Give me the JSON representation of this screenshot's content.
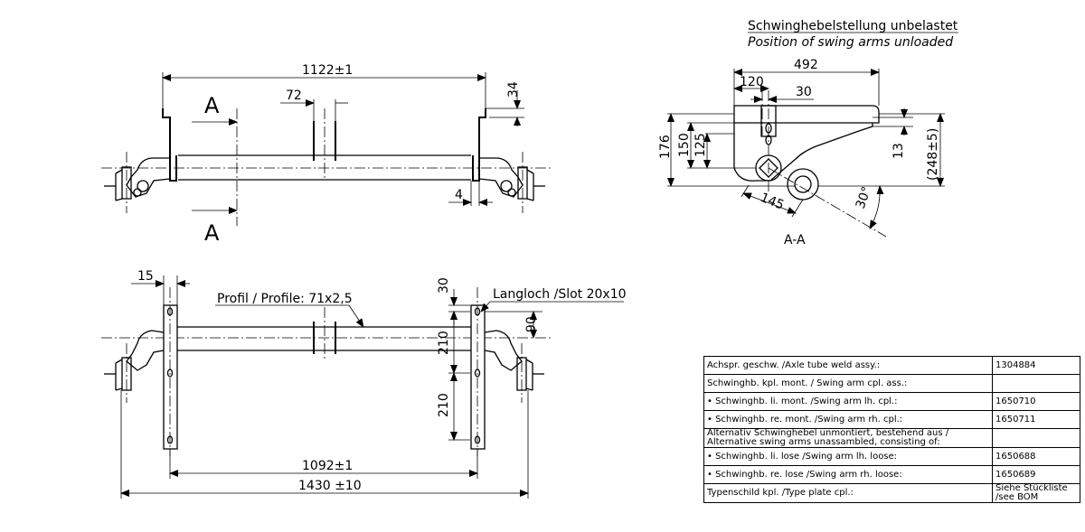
{
  "top_view": {
    "dims": {
      "overall_width": "1122±1",
      "tube_gap": "72",
      "height_34": "34",
      "offset_4": "4"
    },
    "section_letter_top": "A",
    "section_letter_bottom": "A"
  },
  "side_view": {
    "title_de": "Schwinghebelstellung unbelastet",
    "title_en": "Position of swing arms unloaded",
    "dims": {
      "length_492": "492",
      "length_120": "120",
      "length_30": "30",
      "height_176": "176",
      "height_150": "150",
      "height_125": "125",
      "height_13": "13",
      "height_248": "(248±5)",
      "arm_145": "145",
      "angle_30": "30°"
    },
    "section_label": "A-A"
  },
  "front_view": {
    "dims": {
      "flange_15": "15",
      "span_1092": "1092±1",
      "overall_1430": "1430 ±10",
      "slot_30": "30",
      "slot_90": "90",
      "slot_210_upper": "210",
      "slot_210_lower": "210"
    },
    "profile_label": "Profil / Profile: 71x2,5",
    "slot_label": "Langloch /Slot 20x10"
  },
  "bom": {
    "rows": [
      {
        "desc": "Achspr. geschw. /Axle tube weld assy.:",
        "value": "1304884"
      },
      {
        "desc": "Schwinghb. kpl. mont. / Swing arm cpl. ass.:",
        "value": ""
      },
      {
        "desc": "• Schwinghb. li. mont. /Swing arm lh. cpl.:",
        "value": "1650710"
      },
      {
        "desc": "• Schwinghb. re. mont. /Swing arm rh. cpl.:",
        "value": "1650711"
      },
      {
        "desc": "Alternativ Schwinghebel unmontiert, bestehend aus /\nAlternative swing arms unassambled, consisting of:",
        "value": ""
      },
      {
        "desc": "• Schwinghb. li. lose /Swing arm lh. loose:",
        "value": "1650688"
      },
      {
        "desc": "• Schwinghb. re. lose /Swing arm rh. loose:",
        "value": "1650689"
      },
      {
        "desc": "Typenschild kpl. /Type plate cpl.:",
        "value": "Siehe Stückliste\n/see BOM"
      }
    ]
  }
}
